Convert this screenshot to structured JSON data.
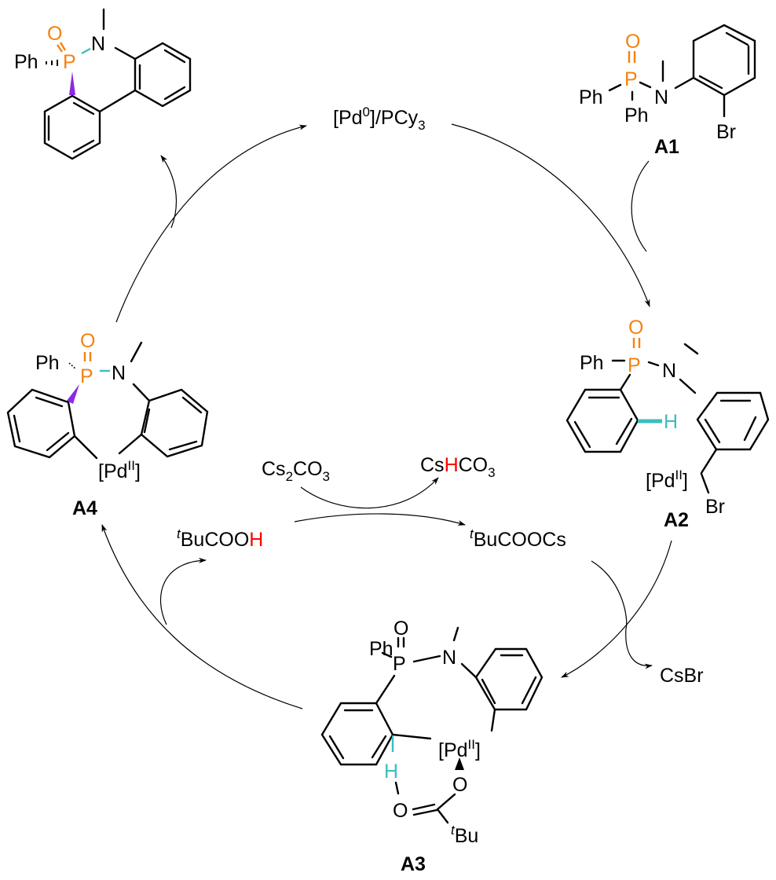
{
  "colors": {
    "phosphorus_oxide": "#F5820F",
    "highlight_bond": "#3BBEBE",
    "wedge": "#8A2BE2",
    "transferred_h": "#FF0000",
    "ink": "#000000"
  },
  "catalyst": {
    "prefix": "[Pd",
    "sup": "0",
    "mid": "]/PCy",
    "sub": "3"
  },
  "compounds": {
    "product": {
      "Ph": "Ph",
      "P": "P",
      "O": "O",
      "N": "N"
    },
    "A1": {
      "label": "A1",
      "Ph1": "Ph",
      "Ph2": "Ph",
      "P": "P",
      "O": "O",
      "N": "N",
      "Br": "Br"
    },
    "A2": {
      "label": "A2",
      "Ph": "Ph",
      "P": "P",
      "O": "O",
      "N": "N",
      "H": "H",
      "Pd": "[Pd",
      "Pd_sup": "II",
      "Pd_close": "]",
      "Br": "Br"
    },
    "A3": {
      "label": "A3",
      "Ph": "Ph",
      "P": "P",
      "O": "O",
      "N": "N",
      "H": "H",
      "Pd": "[Pd",
      "Pd_sup": "II",
      "Pd_close": "]",
      "O2": "O",
      "O3": "O",
      "tBu_sup": "t",
      "tBu": "Bu"
    },
    "A4": {
      "label": "A4",
      "Ph": "Ph",
      "P": "P",
      "O": "O",
      "N": "N",
      "Pd": "[Pd",
      "Pd_sup": "II",
      "Pd_close": "]"
    }
  },
  "reagents": {
    "cs2co3": {
      "a": "Cs",
      "sub": "2",
      "b": "CO",
      "sub2": "3"
    },
    "cshco3": {
      "a": "Cs",
      "h": "H",
      "b": "CO",
      "sub": "3"
    },
    "tbucooh": {
      "sup": "t",
      "a": "BuCOO",
      "h": "H"
    },
    "tbucoocs": {
      "sup": "t",
      "a": "BuCOOCs"
    },
    "csbr": "CsBr"
  }
}
